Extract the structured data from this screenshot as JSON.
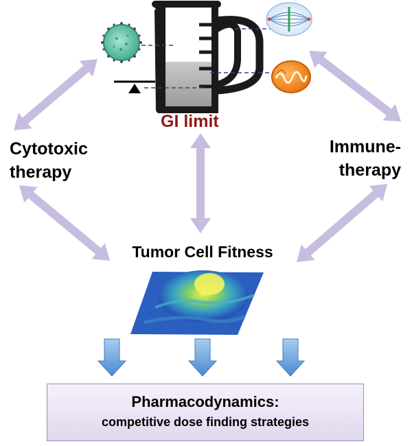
{
  "labels": {
    "gi_limit": "GI limit",
    "cytotoxic_line1": "Cytotoxic",
    "cytotoxic_line2": "therapy",
    "immune_line1": "Immune-",
    "immune_line2": "therapy",
    "tumor_fitness": "Tumor Cell Fitness"
  },
  "pharmacodynamics": {
    "title": "Pharmacodynamics:",
    "subtitle": "competitive dose finding strategies"
  },
  "icons": {
    "measuring_jug": "measuring-jug-icon",
    "virus": "virus-cell-icon",
    "spindle": "mitotic-spindle-icon",
    "mitochondrion": "mitochondrion-icon",
    "balance": "balance-scale-icon",
    "fitness_landscape": "fitness-landscape-icon"
  },
  "colors": {
    "connector_arrow": "#c7bddf",
    "down_arrow": "#5b9bd5",
    "gi_label": "#8b1a1a",
    "box_fill": "#ebe5f4",
    "jug_stroke": "#1a1a1a"
  }
}
